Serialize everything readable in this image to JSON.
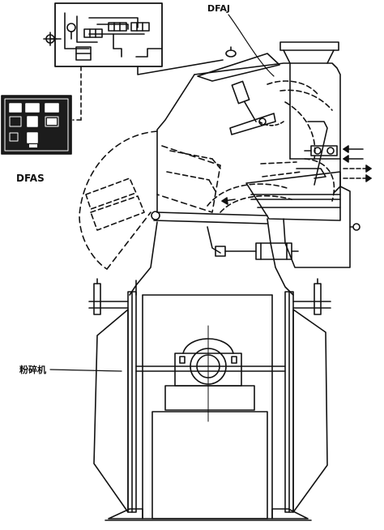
{
  "labels": {
    "dfaj": "DFAJ",
    "dfas": "DFAS",
    "crusher": "粉碎机"
  },
  "colors": {
    "ink": "#111111",
    "panel": "#1c1c1c",
    "background": "#ffffff"
  }
}
